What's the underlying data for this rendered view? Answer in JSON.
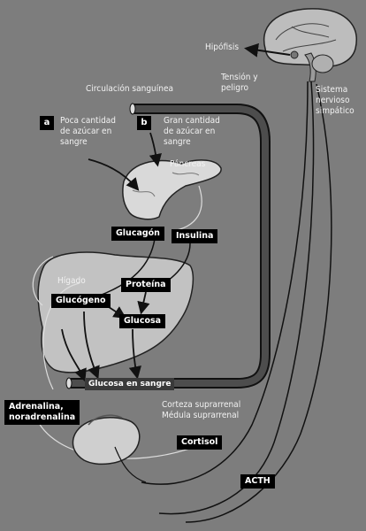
{
  "labels": {
    "hipofisis": "Hipófisis",
    "tension": "Tensión y\npeligro",
    "sistema": "Sistema\nnervioso\nsimpático",
    "circulacion": "Circulación sanguínea",
    "poca": "Poca cantidad\nde azúcar en\nsangre",
    "gran": "Gran cantidad\nde azúcar en\nsangre",
    "pancreas": "Páncreas",
    "higado": "Hígado",
    "corteza": "Corteza suprarrenal\nMédula suprarrenal"
  },
  "tags": {
    "a": "a",
    "b": "b"
  },
  "boxes": {
    "glucagon": "Glucagón",
    "insulina": "Insulina",
    "proteina": "Proteína",
    "glucogeno": "Glucógeno",
    "glucosa": "Glucosa",
    "glucosa_sangre": "Glucosa en sangre",
    "adrenalina": "Adrenalina,\nnoradrenalina",
    "cortisol": "Cortisol",
    "acth": "ACTH"
  },
  "colors": {
    "background": "#7d7d7d",
    "tube": "#333333",
    "box": "#000000",
    "text": "#f2f2f2"
  }
}
